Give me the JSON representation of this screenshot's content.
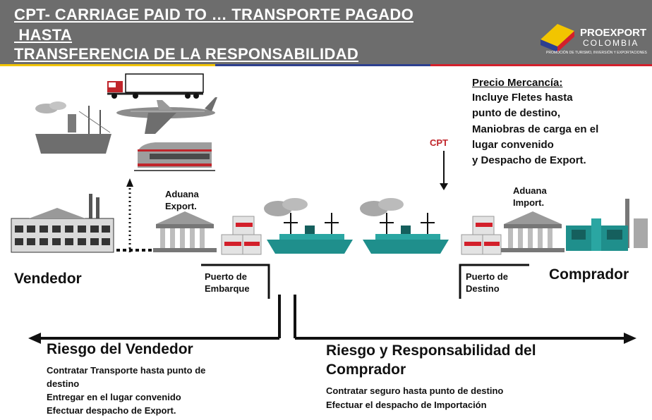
{
  "header": {
    "title_line1": "CPT- CARRIAGE PAID TO … TRANSPORTE PAGADO",
    "title_line2": " HASTA",
    "title_line3": "TRANSFERENCIA DE LA RESPONSABILIDAD",
    "logo": {
      "name": "PROEXPORT",
      "sub": "COLOMBIA",
      "tagline": "PROMOCIÓN DE TURISMO, INVERSIÓN Y EXPORTACIONES"
    }
  },
  "price_note": {
    "heading": "Precio Mercancía:",
    "lines": [
      "Incluye Fletes hasta",
      "punto de destino,",
      "Maniobras de carga en el",
      "lugar convenido",
      "y Despacho de Export."
    ]
  },
  "cpt_marker": "CPT",
  "parties": {
    "seller": "Vendedor",
    "buyer": "Comprador"
  },
  "customs": {
    "export": [
      "Aduana",
      "Export."
    ],
    "import": [
      "Aduana",
      "Import."
    ]
  },
  "ports": {
    "origin": [
      "Puerto de",
      "Embarque"
    ],
    "destination": [
      "Puerto de",
      "Destino"
    ]
  },
  "seller_risk": {
    "title": "Riesgo del Vendedor",
    "items": [
      "Contratar Transporte hasta punto de",
      "destino",
      "Entregar en el lugar convenido",
      "Efectuar despacho de Export."
    ]
  },
  "buyer_risk": {
    "title_line1": "Riesgo y Responsabilidad del",
    "title_line2": "Comprador",
    "items": [
      "Contratar seguro hasta punto de destino",
      "Efectuar el despacho de Importación"
    ]
  },
  "colors": {
    "header": "#6d6d6d",
    "ship": "#1f8f8c",
    "cpt_red": "#c0252b",
    "flag_yellow": "#f2c500",
    "flag_blue": "#2d3f8f",
    "flag_red": "#d3202b"
  }
}
